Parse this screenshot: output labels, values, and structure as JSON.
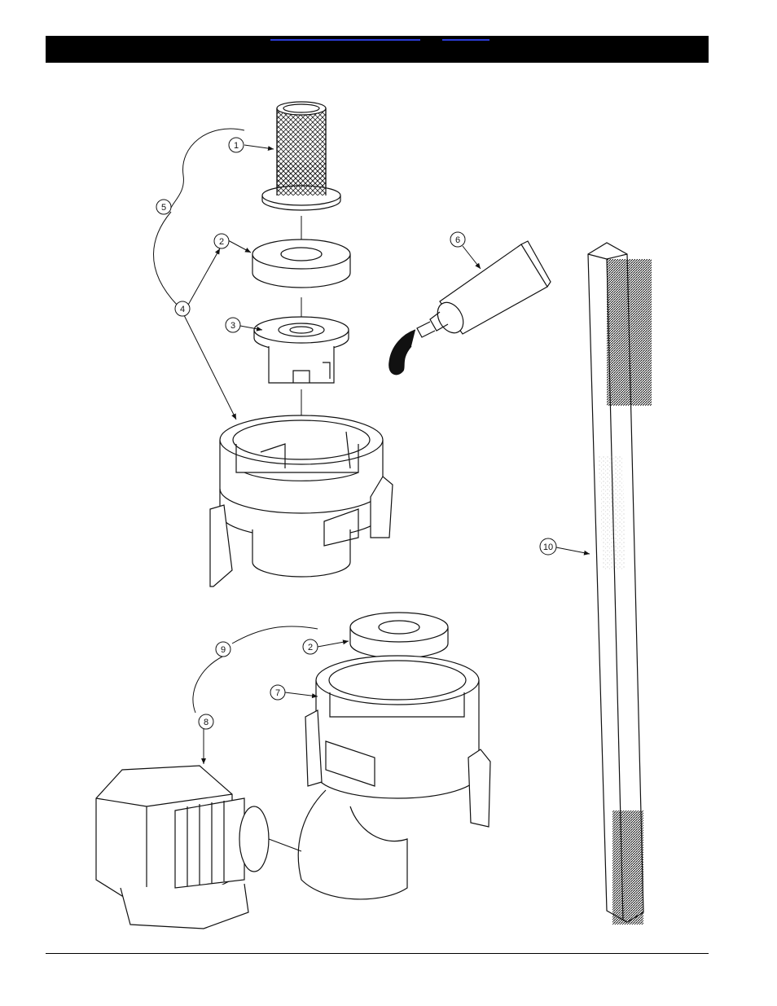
{
  "header": {
    "links": [
      {
        "label": ""
      },
      {
        "label": ""
      }
    ]
  },
  "callouts": [
    {
      "id": "1"
    },
    {
      "id": "2"
    },
    {
      "id": "3"
    },
    {
      "id": "4"
    },
    {
      "id": "5"
    },
    {
      "id": "6"
    },
    {
      "id": "10"
    },
    {
      "id": "2"
    },
    {
      "id": "7"
    },
    {
      "id": "9"
    },
    {
      "id": "8"
    }
  ]
}
